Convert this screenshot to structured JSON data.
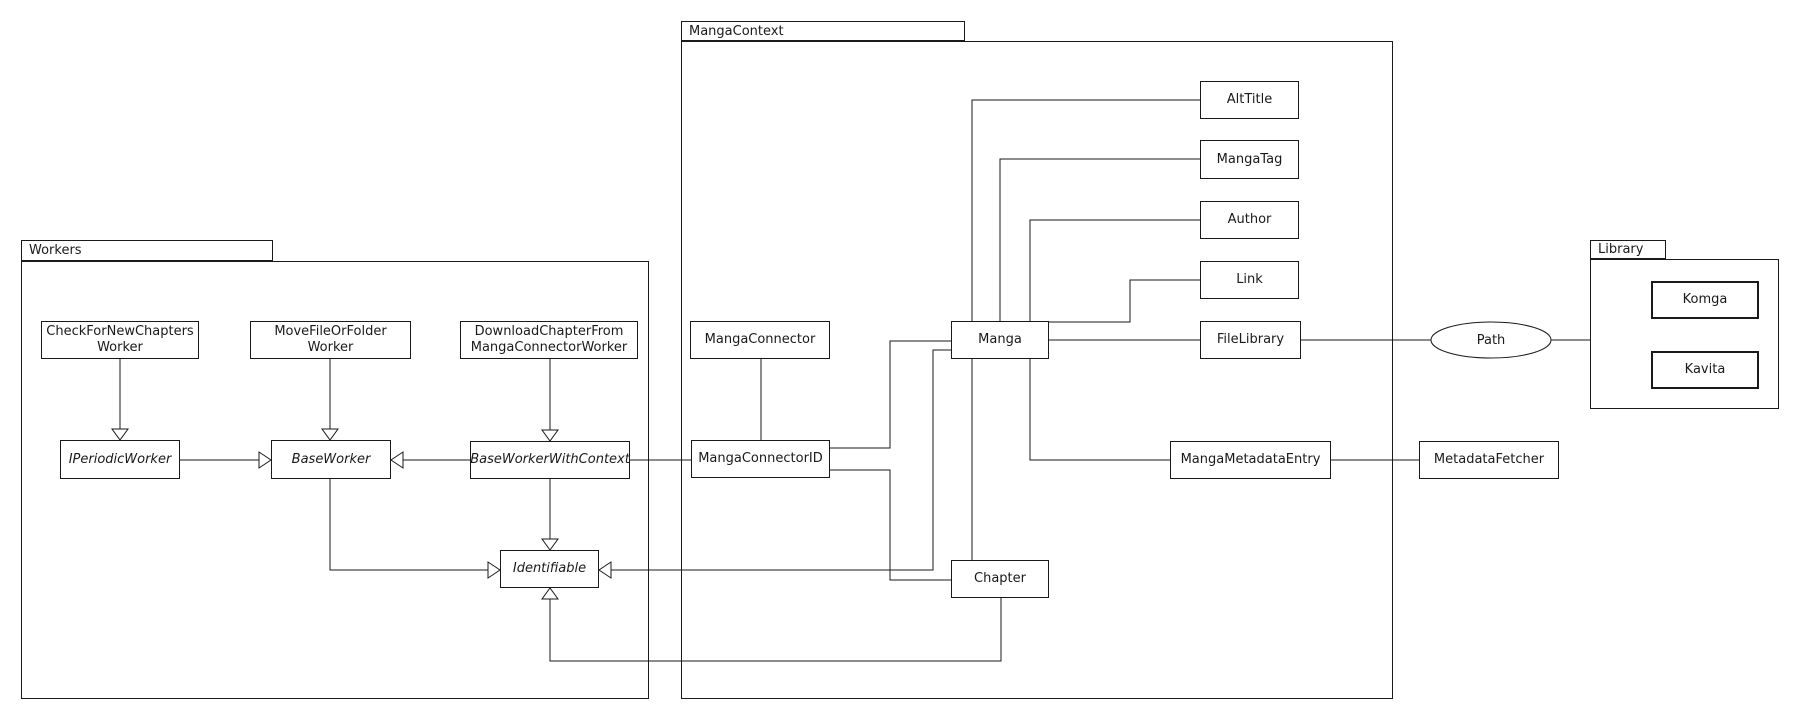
{
  "diagram": {
    "type": "uml-package-class-diagram",
    "colors": {
      "line": "#1a1a1a",
      "background": "#ffffff",
      "node_fill": "#ffffff"
    },
    "packages": {
      "workers": {
        "label": "Workers"
      },
      "manga_context": {
        "label": "MangaContext"
      },
      "library": {
        "label": "Library"
      }
    },
    "nodes": {
      "check_for_new_chapters_worker": {
        "label": "CheckForNewChapters\nWorker",
        "italic": false
      },
      "move_file_or_folder_worker": {
        "label": "MoveFileOrFolder\nWorker",
        "italic": false
      },
      "download_chapter_from_manga_connector_worker": {
        "label": "DownloadChapterFrom\nMangaConnectorWorker",
        "italic": false
      },
      "i_periodic_worker": {
        "label": "IPeriodicWorker",
        "italic": true
      },
      "base_worker": {
        "label": "BaseWorker",
        "italic": true
      },
      "base_worker_with_context": {
        "label": "BaseWorkerWithContext",
        "italic": true
      },
      "identifiable": {
        "label": "Identifiable",
        "italic": true
      },
      "manga_connector": {
        "label": "MangaConnector",
        "italic": false
      },
      "manga_connector_id": {
        "label": "MangaConnectorID",
        "italic": false
      },
      "manga": {
        "label": "Manga",
        "italic": false
      },
      "chapter": {
        "label": "Chapter",
        "italic": false
      },
      "alt_title": {
        "label": "AltTitle",
        "italic": false
      },
      "manga_tag": {
        "label": "MangaTag",
        "italic": false
      },
      "author": {
        "label": "Author",
        "italic": false
      },
      "link": {
        "label": "Link",
        "italic": false
      },
      "file_library": {
        "label": "FileLibrary",
        "italic": false
      },
      "manga_metadata_entry": {
        "label": "MangaMetadataEntry",
        "italic": false
      },
      "metadata_fetcher": {
        "label": "MetadataFetcher",
        "italic": false
      },
      "path": {
        "label": "Path",
        "shape": "ellipse"
      },
      "komga": {
        "label": "Komga",
        "italic": false
      },
      "kavita": {
        "label": "Kavita",
        "italic": false
      }
    },
    "edges": [
      {
        "from": "CheckForNewChaptersWorker",
        "to": "IPeriodicWorker",
        "type": "generalization"
      },
      {
        "from": "MoveFileOrFolderWorker",
        "to": "BaseWorker",
        "type": "generalization"
      },
      {
        "from": "DownloadChapterFromMangaConnectorWorker",
        "to": "BaseWorkerWithContext",
        "type": "generalization"
      },
      {
        "from": "IPeriodicWorker",
        "to": "BaseWorker",
        "type": "generalization"
      },
      {
        "from": "BaseWorkerWithContext",
        "to": "BaseWorker",
        "type": "generalization"
      },
      {
        "from": "BaseWorker",
        "to": "Identifiable",
        "type": "generalization"
      },
      {
        "from": "BaseWorkerWithContext",
        "to": "Identifiable",
        "type": "generalization"
      },
      {
        "from": "BaseWorkerWithContext",
        "to": "MangaConnectorID",
        "type": "association"
      },
      {
        "from": "MangaConnector",
        "to": "MangaConnectorID",
        "type": "association"
      },
      {
        "from": "MangaConnectorID",
        "to": "Manga",
        "type": "association"
      },
      {
        "from": "MangaConnectorID",
        "to": "Chapter",
        "type": "association"
      },
      {
        "from": "Manga",
        "to": "Chapter",
        "type": "association"
      },
      {
        "from": "Manga",
        "to": "Identifiable",
        "type": "generalization"
      },
      {
        "from": "Chapter",
        "to": "Identifiable",
        "type": "generalization"
      },
      {
        "from": "Manga",
        "to": "AltTitle",
        "type": "association"
      },
      {
        "from": "Manga",
        "to": "MangaTag",
        "type": "association"
      },
      {
        "from": "Manga",
        "to": "Author",
        "type": "association"
      },
      {
        "from": "Manga",
        "to": "Link",
        "type": "association"
      },
      {
        "from": "Manga",
        "to": "FileLibrary",
        "type": "association"
      },
      {
        "from": "Manga",
        "to": "MangaMetadataEntry",
        "type": "association"
      },
      {
        "from": "FileLibrary",
        "to": "Path",
        "type": "association"
      },
      {
        "from": "Path",
        "to": "Library",
        "type": "association"
      },
      {
        "from": "MangaMetadataEntry",
        "to": "MetadataFetcher",
        "type": "association"
      }
    ]
  }
}
